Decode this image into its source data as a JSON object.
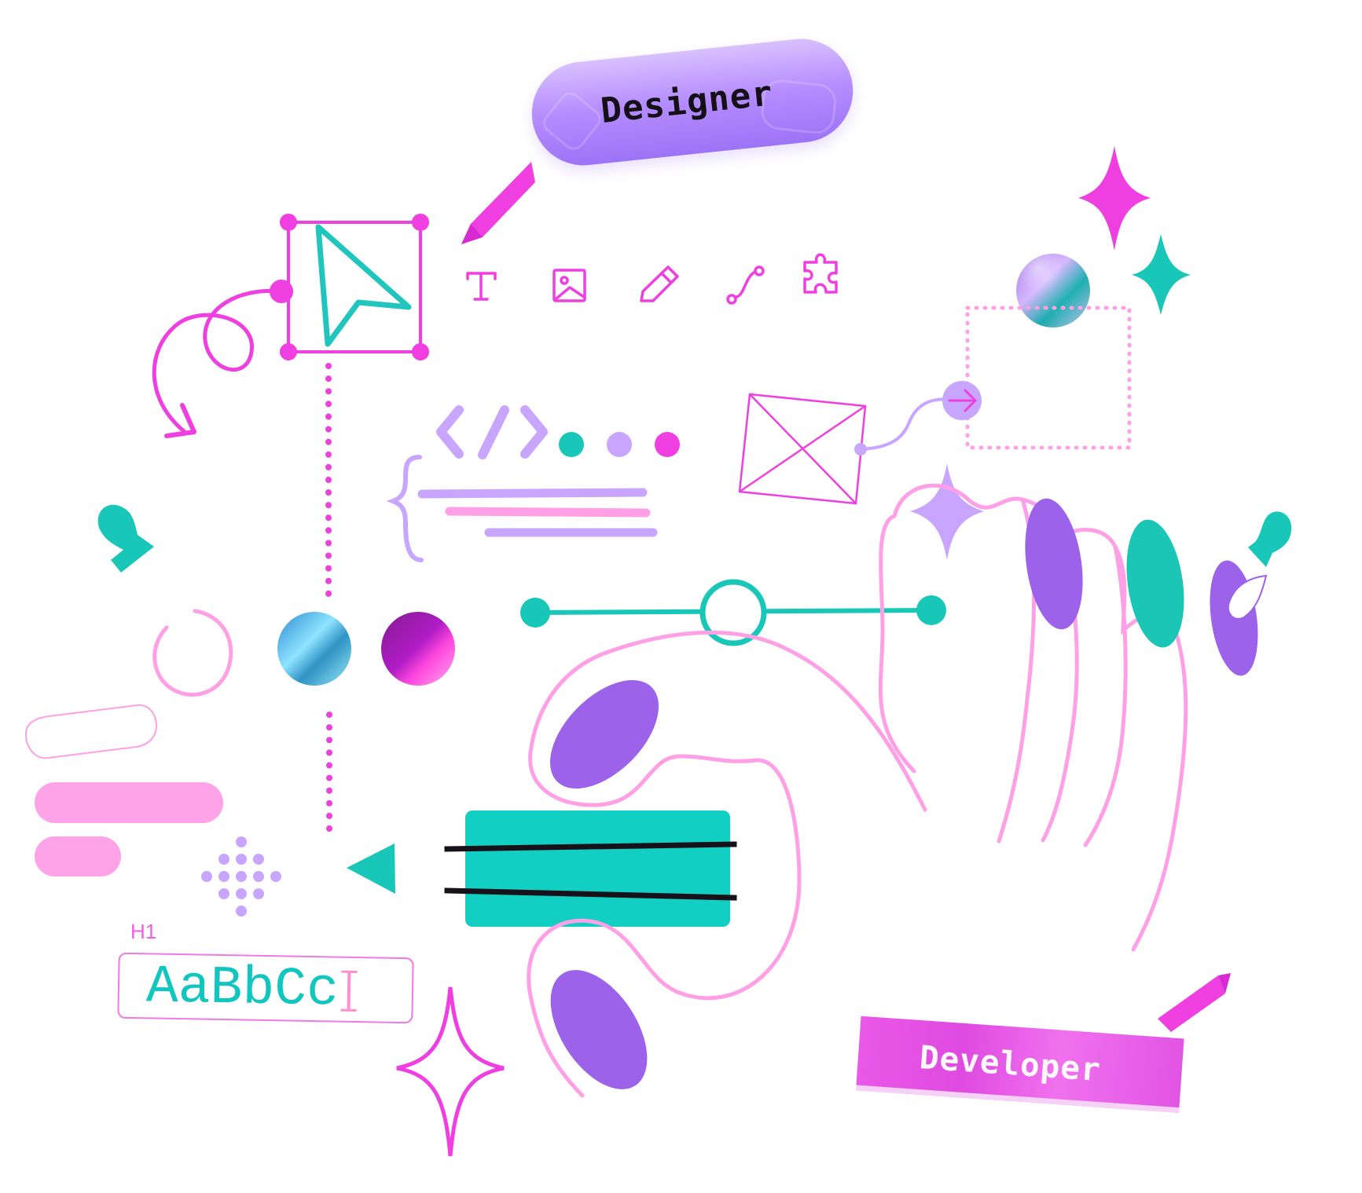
{
  "labels": {
    "designer": "Designer",
    "developer": "Developer",
    "heading_style": "H1",
    "type_sample": "AaBbCc"
  },
  "icons": [
    "selection-frame-icon",
    "pointer-cursor-icon",
    "text-tool-icon",
    "image-tool-icon",
    "pencil-tool-icon",
    "curve-tool-icon",
    "puzzle-plugin-icon",
    "code-brackets-icon",
    "curly-brace-icon",
    "sparkle-icon",
    "arrow-circle-icon",
    "placeholder-image-icon",
    "loading-ring-icon",
    "text-cursor-icon"
  ],
  "colors": {
    "magenta": "#ef3fe0",
    "pink": "#ff9fe6",
    "lavender": "#c8a5ff",
    "purple": "#9d62ea",
    "teal": "#18c7b8",
    "dark": "#17111a"
  }
}
